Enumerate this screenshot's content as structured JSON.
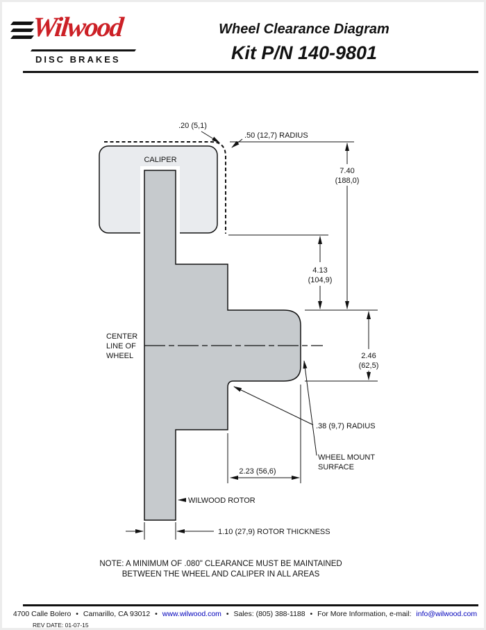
{
  "header": {
    "logo": {
      "brand": "Wilwood",
      "tagline": "DISC BRAKES"
    },
    "title": "Wheel Clearance Diagram",
    "subtitle": "Kit P/N 140-9801"
  },
  "diagram": {
    "caliper_label": "CALIPER",
    "centerline": {
      "l1": "CENTER",
      "l2": "LINE OF",
      "l3": "WHEEL"
    },
    "dims": {
      "gap_top": ".20 (5,1)",
      "radius_top": ".50 (12,7) RADIUS",
      "height_in": "7.40",
      "height_mm": "(188,0)",
      "caliper_depth_in": "4.13",
      "caliper_depth_mm": "(104,9)",
      "hub_in": "2.46",
      "hub_mm": "(62,5)",
      "radius_hub": ".38 (9,7) RADIUS",
      "mount_l1": "WHEEL MOUNT",
      "mount_l2": "SURFACE",
      "hat_depth": "2.23 (56,6)",
      "rotor_label": "WILWOOD ROTOR",
      "rotor_thickness": "1.10 (27,9) ROTOR THICKNESS"
    }
  },
  "note": {
    "line1": "NOTE: A MINIMUM OF .080\" CLEARANCE MUST BE MAINTAINED",
    "line2": "BETWEEN THE WHEEL AND CALIPER IN ALL AREAS"
  },
  "footer": {
    "address": "4700 Calle Bolero",
    "city": "Camarillo, CA 93012",
    "website": "www.wilwood.com",
    "sales": "Sales: (805) 388-1188",
    "info_label": "For More Information, e-mail:",
    "email": "info@wilwood.com",
    "bullet": "•",
    "rev_label": "REV DATE:  01-07-15"
  },
  "colors": {
    "caliper_fill": "#e9ebee",
    "rotor_fill": "#c6cacd",
    "logo_red": "#cc2026",
    "link_blue": "#0000bb"
  }
}
